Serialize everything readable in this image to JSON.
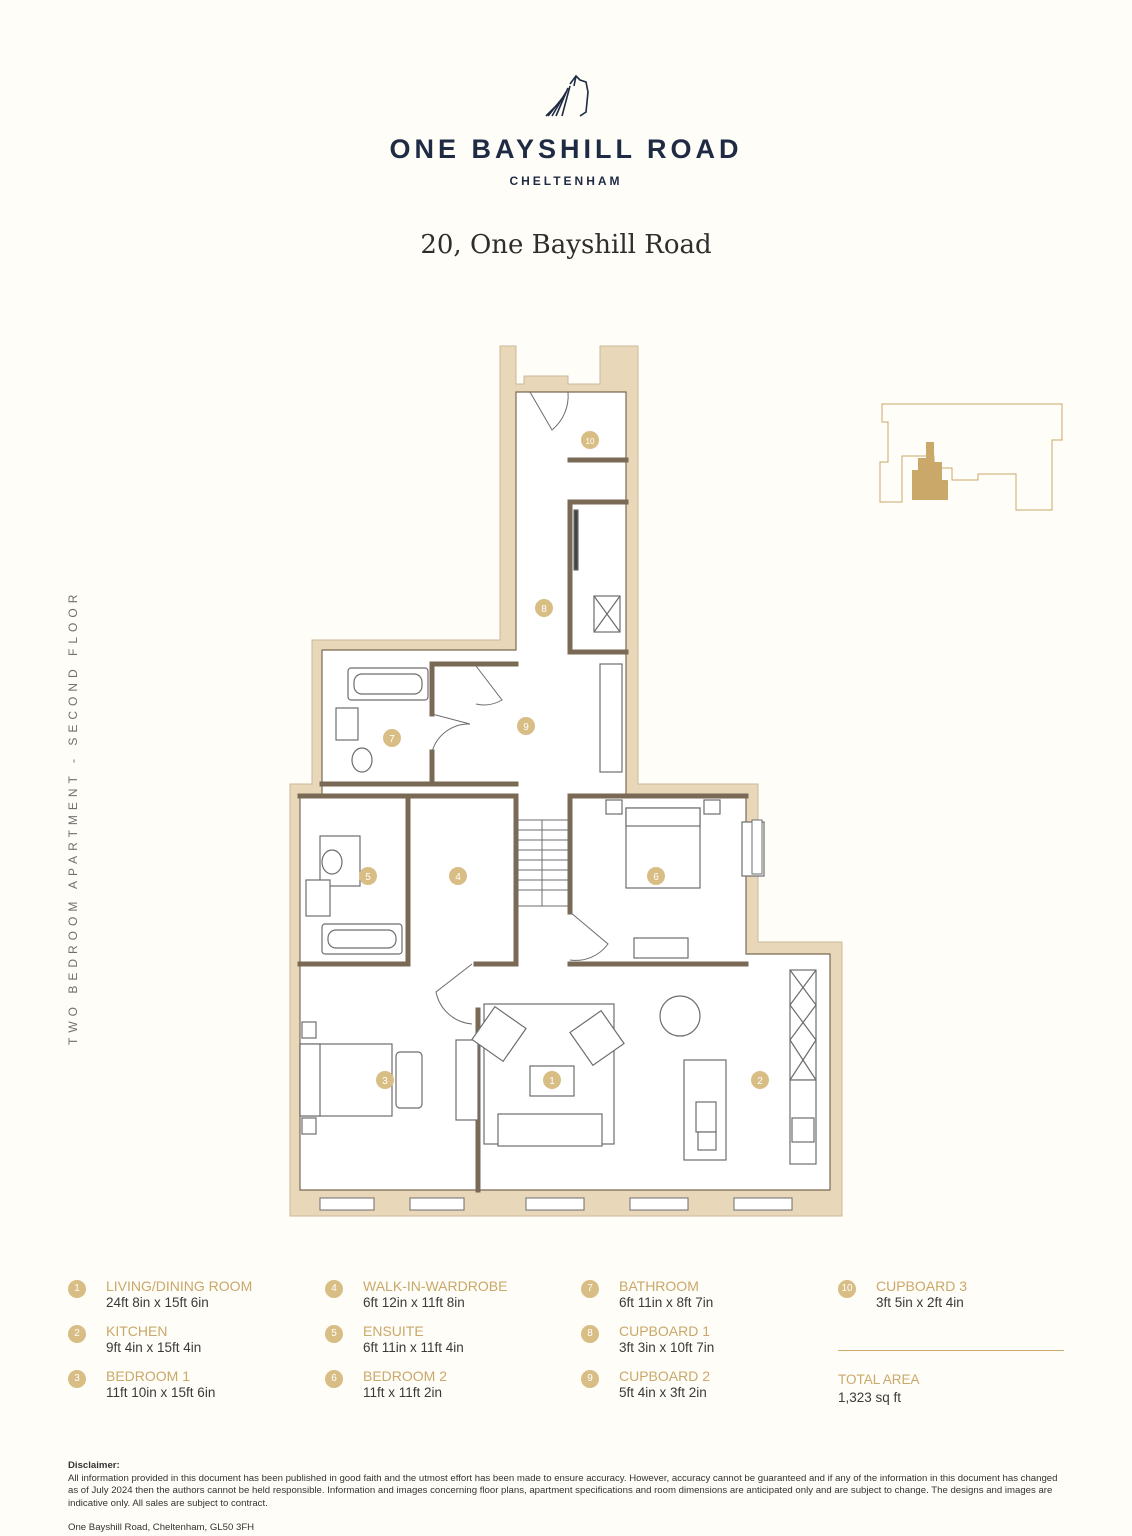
{
  "brand": {
    "name": "ONE BAYSHILL ROAD",
    "city": "CHELTENHAM",
    "logo_icon": "horse-head-icon"
  },
  "plan_title": "20, One Bayshill Road",
  "side_label": "TWO BEDROOM APARTMENT - SECOND FLOOR",
  "colors": {
    "wall": "#e8d7b9",
    "accent": "#c9a86a",
    "badge": "#d8bd85",
    "navy": "#1f2a44"
  },
  "rooms": [
    {
      "num": "1",
      "name": "LIVING/DINING ROOM",
      "dims": "24ft 8in x 15ft 6in"
    },
    {
      "num": "2",
      "name": "KITCHEN",
      "dims": "9ft 4in x 15ft 4in"
    },
    {
      "num": "3",
      "name": "BEDROOM 1",
      "dims": "11ft 10in x 15ft 6in"
    },
    {
      "num": "4",
      "name": "WALK-IN-WARDROBE",
      "dims": "6ft 12in x 11ft 8in"
    },
    {
      "num": "5",
      "name": "ENSUITE",
      "dims": "6ft 11in x 11ft 4in"
    },
    {
      "num": "6",
      "name": "BEDROOM 2",
      "dims": "11ft x 11ft 2in"
    },
    {
      "num": "7",
      "name": "BATHROOM",
      "dims": "6ft 11in x 8ft 7in"
    },
    {
      "num": "8",
      "name": "CUPBOARD 1",
      "dims": "3ft 3in x 10ft 7in"
    },
    {
      "num": "9",
      "name": "CUPBOARD 2",
      "dims": "5ft 4in x 3ft 2in"
    },
    {
      "num": "10",
      "name": "CUPBOARD 3",
      "dims": "3ft 5in x 2ft 4in"
    }
  ],
  "total": {
    "label": "TOTAL AREA",
    "value": "1,323 sq ft"
  },
  "disclaimer": {
    "heading": "Disclaimer:",
    "text": "All information provided in this document has been published in good faith and the utmost effort has been made to ensure accuracy. However, accuracy cannot be guaranteed and if any of the information in this document has changed as of July 2024 then the authors cannot be held responsible. Information and images concerning floor plans, apartment specifications and room dimensions are anticipated only and are subject to change. The designs and images are indicative only. All sales are subject to contract."
  },
  "address": "One Bayshill Road, Cheltenham, GL50 3FH"
}
